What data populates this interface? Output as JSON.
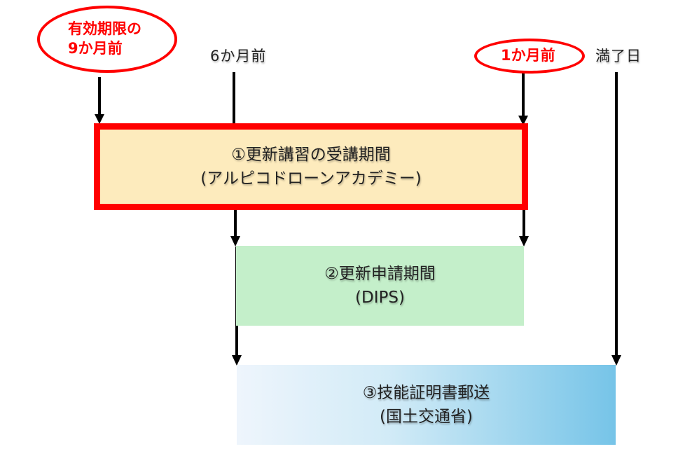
{
  "timeline_markers": [
    {
      "id": "nine-months",
      "label_line1": "有効期限の",
      "label_line2": "9か月前",
      "highlighted": true
    },
    {
      "id": "six-months",
      "label": "6か月前",
      "highlighted": false
    },
    {
      "id": "one-month",
      "label": "1か月前",
      "highlighted": true
    },
    {
      "id": "expiry",
      "label": "満了日",
      "highlighted": false
    }
  ],
  "periods": [
    {
      "id": "renewal-course",
      "line1": "①更新講習の受講期間",
      "line2": "(アルピコドローンアカデミー)",
      "fill": "#fdebbd",
      "border": "#ff0000"
    },
    {
      "id": "renewal-application",
      "line1": "②更新申請期間",
      "line2": "(DIPS)",
      "fill": "#c4efca"
    },
    {
      "id": "certificate-mailing",
      "line1": "③技能証明書郵送",
      "line2": "(国土交通省)",
      "fill_gradient": [
        "#eef5fc",
        "#76c4e8"
      ]
    }
  ],
  "colors": {
    "highlight": "#ff0000",
    "arrow": "#000000",
    "text": "#222222"
  }
}
